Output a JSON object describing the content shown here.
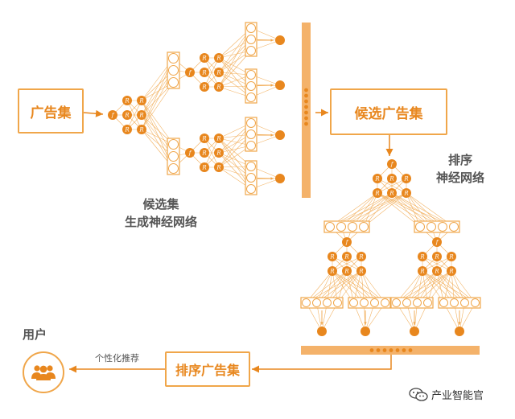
{
  "boxes": {
    "ad_set": "广告集",
    "candidate_ad_set": "候选广告集",
    "ranked_ad_set": "排序广告集"
  },
  "labels": {
    "candidate_net_line1": "候选集",
    "candidate_net_line2": "生成神经网络",
    "ranking_net_line1": "排序",
    "ranking_net_line2": "神经网络",
    "user": "用户",
    "personalized_rec": "个性化推荐",
    "node_f": "f",
    "node_r": "R"
  },
  "watermark": {
    "text": "产业智能官",
    "icon": "wechat-icon"
  },
  "icons": {
    "user": "users-group-icon"
  },
  "colors": {
    "accent": "#e8871e",
    "node_fill": "#e8871e",
    "light": "#f0a64a",
    "bar": "#f4b26a",
    "text": "#555555"
  }
}
